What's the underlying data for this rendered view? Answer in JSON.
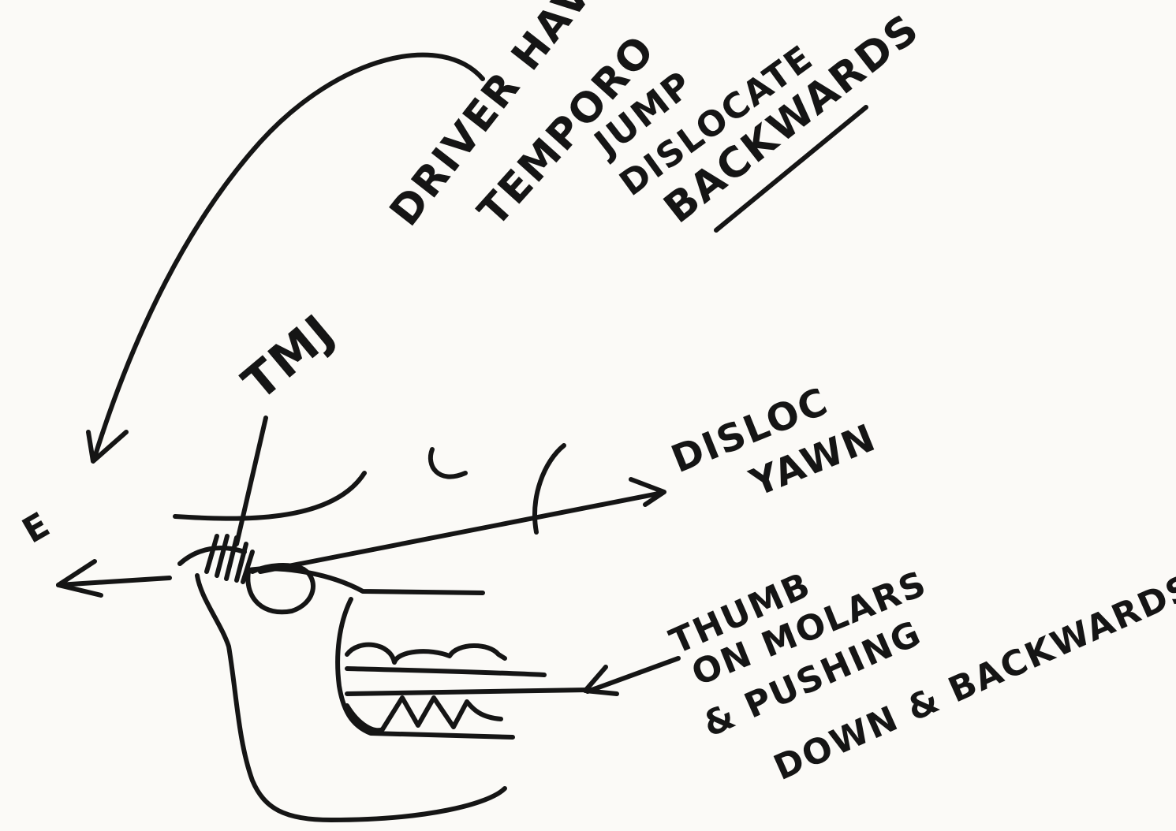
{
  "annotations": {
    "top_block": {
      "line1": "DRIVER HAVE",
      "line2": "TEMPORO",
      "line3": "JUMP",
      "line4": "DISLOCATE",
      "line5": "BACKWARDS"
    },
    "joint_label": "TMJ",
    "right_label": {
      "line1": "DISLOC",
      "line2": "YAWN"
    },
    "bottom_block": {
      "line1": "THUMB",
      "line2": "ON MOLARS",
      "line3": "& PUSHING",
      "line4": "DOWN & BACKWARDS"
    },
    "left_label": "E"
  }
}
